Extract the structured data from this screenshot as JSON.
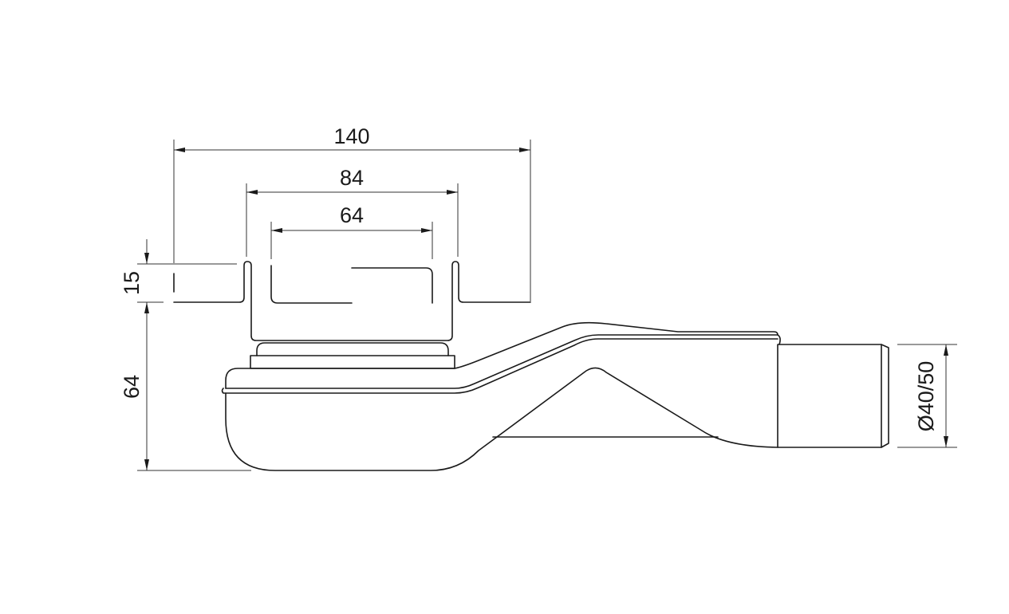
{
  "drawing": {
    "title": "Drain body side section with dimensions",
    "dimensions": {
      "overall_width": "140",
      "grate_width": "84",
      "inner_width": "64",
      "flange_height": "15",
      "body_height": "64",
      "outlet_diameter": "Ø40/50"
    },
    "line_color": "#1a1a1a",
    "background": "#ffffff"
  }
}
